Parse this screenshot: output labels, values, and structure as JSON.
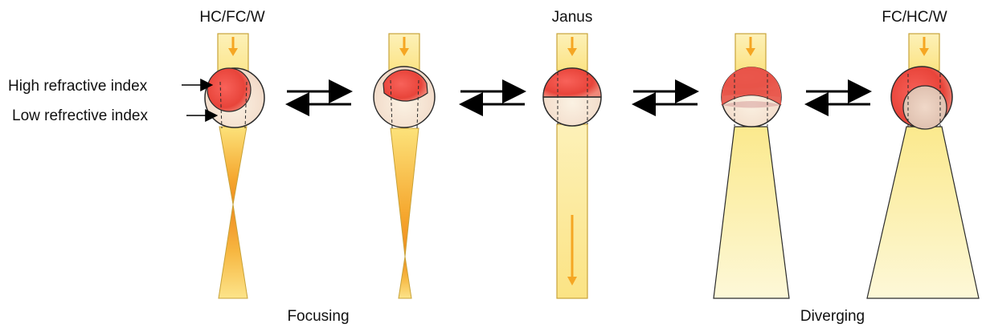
{
  "labels": {
    "top_left": "HC/FC/W",
    "top_center": "Janus",
    "top_right": "FC/HC/W",
    "high_index": "High refractive index",
    "low_index": "Low refrective index",
    "bottom_left": "Focusing",
    "bottom_right": "Diverging"
  },
  "colors": {
    "beam_fill": "#fbe58a",
    "beam_edge": "#c8a33a",
    "arrow_orange": "#f5a623",
    "high_index_red": "#e8443a",
    "low_index_tint": "#f7ead9",
    "outline": "#2b2b2b"
  },
  "icons": [
    "right-arrow-icon",
    "left-arrow-icon",
    "down-arrow-icon"
  ]
}
